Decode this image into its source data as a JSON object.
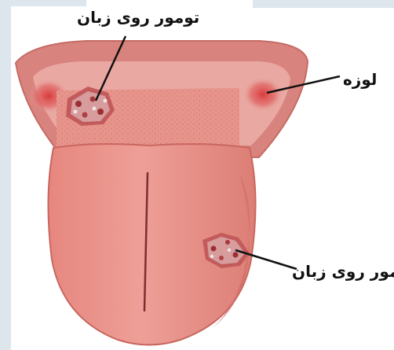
{
  "labels": {
    "tumor_top": "تومور روی زبان",
    "tonsil": "لوزه",
    "tumor_bottom": "تومور روی زبان"
  },
  "colors": {
    "background": "#ffffff",
    "left_strip": "#dde6ec",
    "mouth_outer": "#d8837d",
    "mouth_inner": "#e9a8a2",
    "tongue": "#e8988f",
    "tongue_shade": "#d9776f",
    "tonsil": "#d94d4d",
    "tumor": "#b8474a",
    "line": "#111111"
  },
  "icons": [
    "tumor-top-icon",
    "tumor-bottom-icon",
    "tonsil-left-icon",
    "tonsil-right-icon"
  ]
}
